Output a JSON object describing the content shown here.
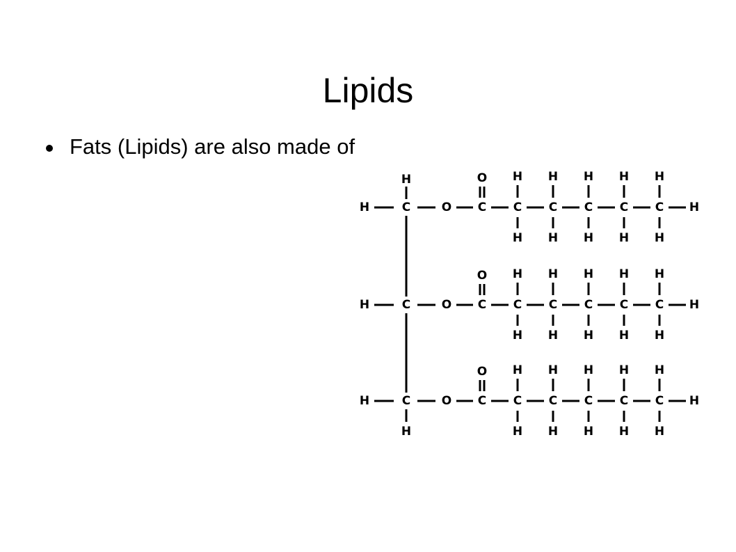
{
  "slide": {
    "title": "Lipids",
    "bullets": [
      {
        "text": "Fats (Lipids) are also made of"
      }
    ]
  },
  "diagram": {
    "atom_labels": {
      "hydrogen": "H",
      "carbon": "C",
      "oxygen": "O"
    },
    "backbone_carbons": 3,
    "chains": [
      {
        "chain_carbons": 5
      },
      {
        "chain_carbons": 5
      },
      {
        "chain_carbons": 5
      }
    ]
  },
  "colors": {
    "background": "#ffffff",
    "text": "#000000"
  }
}
